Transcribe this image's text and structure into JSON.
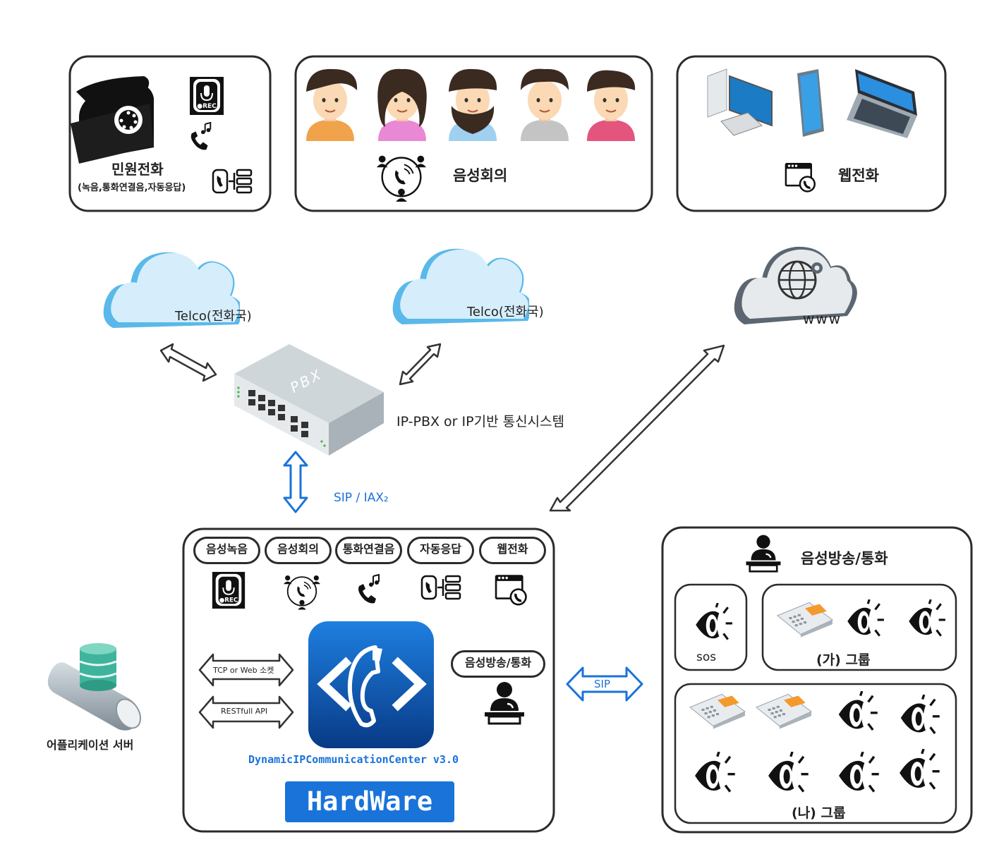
{
  "top": {
    "civil_phone": {
      "title": "민원전화",
      "subtitle": "(녹음,통화연결음,자동응답)"
    },
    "conference": {
      "title": "음성회의"
    },
    "web_phone": {
      "title": "웹전화"
    }
  },
  "clouds": {
    "telco_left": "Telco(전화국)",
    "telco_right": "Telco(전화국)",
    "www": "www"
  },
  "pbx": {
    "device_label": "PBX",
    "caption": "IP-PBX or IP기반 통신시스템"
  },
  "link_sip_iax": "SIP / IAX₂",
  "center": {
    "tabs": [
      "음성녹음",
      "음성회의",
      "통화연결음",
      "자동응답",
      "웹전화"
    ],
    "rec_badge": "●REC",
    "api_tcp": "TCP or Web 소켓",
    "api_rest": "RESTfull API",
    "product_name": "DynamicIPCommunicationCenter v3.0",
    "hardware": "HardWare",
    "broadcast": "음성방송/통화"
  },
  "app_server": "어플리케이션 서버",
  "link_sip": "SIP",
  "right_panel": {
    "title": "음성방송/통화",
    "sos": "sos",
    "group_a": "(가) 그룹",
    "group_b": "(나) 그룹"
  },
  "colors": {
    "accent_blue": "#1a73d9",
    "cloud_blue": "#5ab8ea",
    "app_dark": "#0b3f8f"
  }
}
